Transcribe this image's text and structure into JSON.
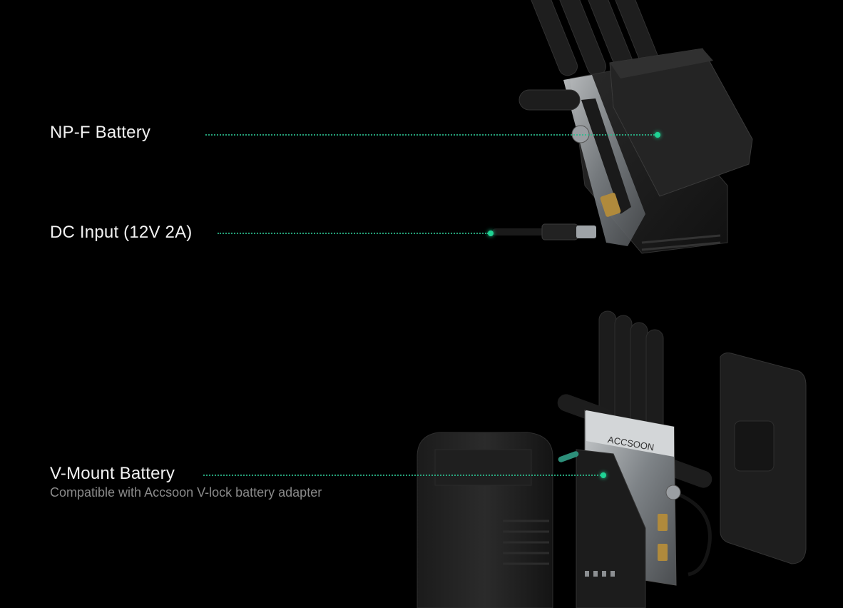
{
  "callouts": {
    "npf": {
      "label": "NP-F Battery"
    },
    "dc": {
      "label": "DC Input (12V 2A)"
    },
    "vmount": {
      "label": "V-Mount Battery",
      "sublabel": "Compatible with Accsoon V-lock battery adapter"
    }
  },
  "device": {
    "brand": "ACCSOON"
  },
  "colors": {
    "accent": "#1fd394",
    "background": "#000000"
  }
}
